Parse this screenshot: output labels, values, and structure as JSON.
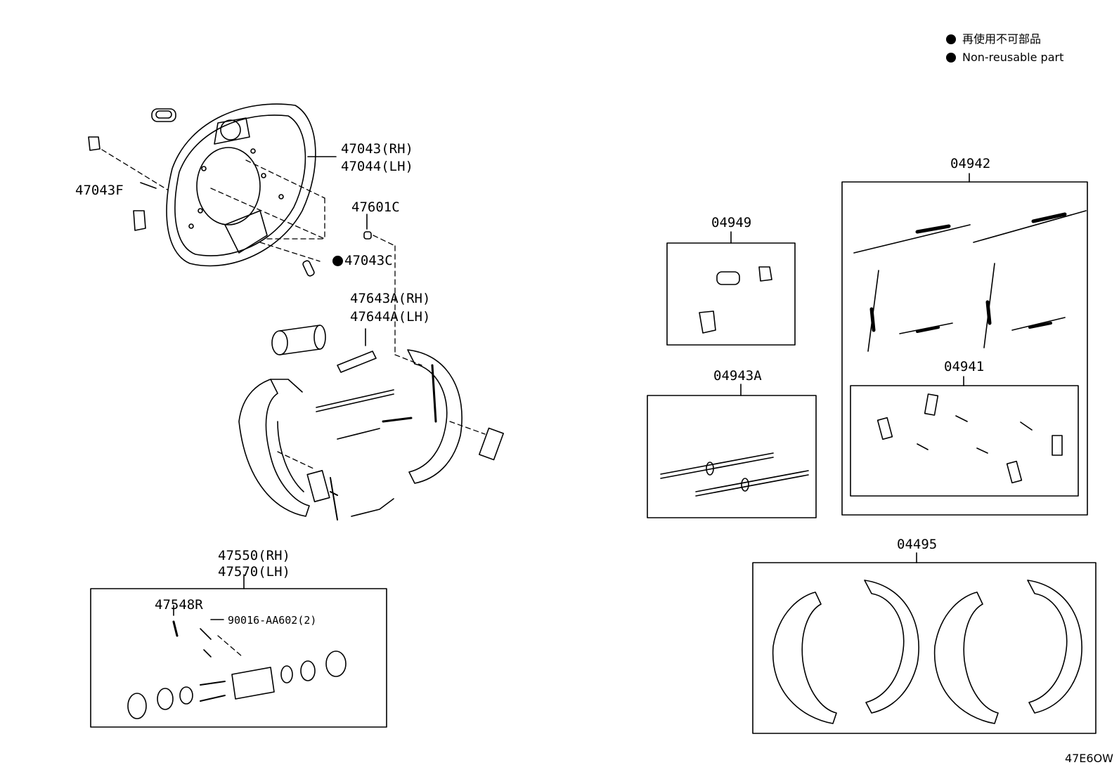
{
  "legend": [
    {
      "text": "再使用不可部品",
      "marker": "filled-circle"
    },
    {
      "text": "Non-reusable part",
      "marker": "filled-circle"
    }
  ],
  "diagram_code": "47E6OW",
  "parts": {
    "p47043": "47043(RH)",
    "p47044": "47044(LH)",
    "p47043F": "47043F",
    "p47601C": "47601C",
    "p47043C": "47043C",
    "p47643A": "47643A(RH)",
    "p47644A": "47644A(LH)",
    "p47550": "47550(RH)",
    "p47570": "47570(LH)",
    "p47548R": "47548R",
    "p90016": "90016-AA602(2)",
    "p04949": "04949",
    "p04943A": "04943A",
    "p04942": "04942",
    "p04941": "04941",
    "p04495": "04495"
  }
}
